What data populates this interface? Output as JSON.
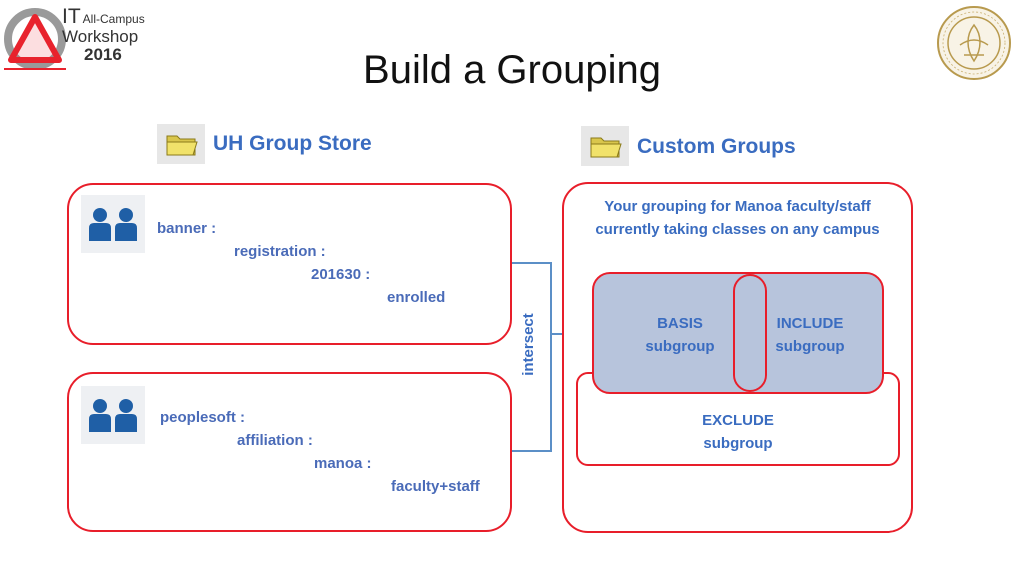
{
  "logo": {
    "it": "IT",
    "all_campus": "All-Campus",
    "workshop": "Workshop",
    "year": "2016"
  },
  "title": "Build a Grouping",
  "group_store": {
    "label": "UH Group Store",
    "banner_path": [
      "banner :",
      "registration :",
      "201630 :",
      "enrolled"
    ],
    "peoplesoft_path": [
      "peoplesoft :",
      "affiliation :",
      "manoa :",
      "faculty+staff"
    ]
  },
  "connector": {
    "label": "intersect"
  },
  "custom_groups": {
    "label": "Custom Groups",
    "description_line1": "Your grouping for Manoa faculty/staff",
    "description_line2": "currently taking classes on any campus",
    "basis": {
      "line1": "BASIS",
      "line2": "subgroup"
    },
    "include": {
      "line1": "INCLUDE",
      "line2": "subgroup"
    },
    "exclude": {
      "line1": "EXCLUDE",
      "line2": "subgroup"
    }
  },
  "colors": {
    "red": "#e81e2a",
    "blue_text": "#3a6cc0",
    "connector": "#5b8fc7",
    "basis_fill": "#b7c4dc"
  },
  "icons": [
    "it-workshop-logo",
    "university-seal-icon",
    "folder-icon",
    "people-icon"
  ]
}
